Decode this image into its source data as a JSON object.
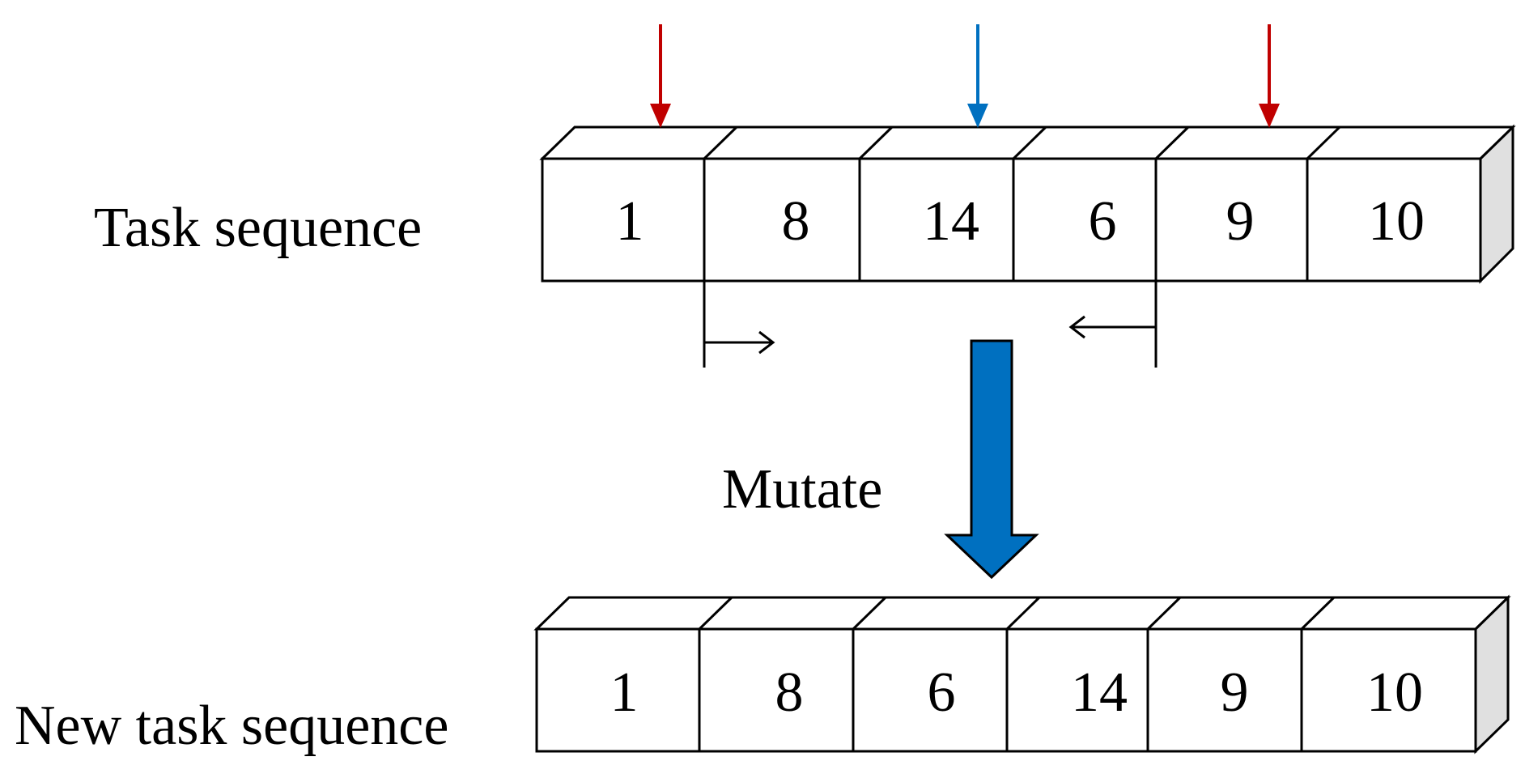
{
  "labels": {
    "task_sequence": "Task sequence",
    "mutate": "Mutate",
    "new_task_sequence": "New task sequence"
  },
  "task_sequence": [
    "1",
    "8",
    "14",
    "6",
    "9",
    "10"
  ],
  "new_task_sequence": [
    "1",
    "8",
    "6",
    "14",
    "9",
    "10"
  ],
  "colors": {
    "red_marker": "#C00000",
    "blue_marker": "#0070C0",
    "mutate_arrow": "#0070C0",
    "box_side": "#E0E0E0",
    "stroke": "#000000"
  },
  "markers": [
    {
      "cell_index": 0,
      "color": "red"
    },
    {
      "cell_index": 2,
      "color": "blue"
    },
    {
      "cell_index": 4,
      "color": "red"
    }
  ]
}
